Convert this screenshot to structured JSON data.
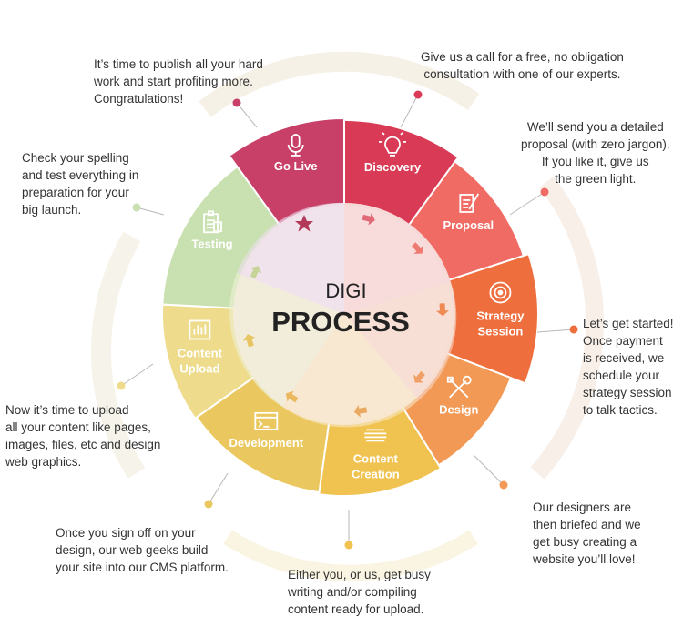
{
  "center": {
    "line1": "DIGI",
    "line2": "PROCESS"
  },
  "segments": [
    {
      "id": "go-live",
      "label": [
        "Go Live"
      ],
      "color": "#c83f68",
      "icon": "microphone-icon"
    },
    {
      "id": "discovery",
      "label": [
        "Discovery"
      ],
      "color": "#d93a55",
      "icon": "lightbulb-icon"
    },
    {
      "id": "proposal",
      "label": [
        "Proposal"
      ],
      "color": "#ef6b64",
      "icon": "document-pen-icon"
    },
    {
      "id": "strategy-session",
      "label": [
        "Strategy",
        "Session"
      ],
      "color": "#ef6e3e",
      "icon": "target-icon"
    },
    {
      "id": "design",
      "label": [
        "Design"
      ],
      "color": "#f29a55",
      "icon": "tools-icon"
    },
    {
      "id": "content-creation",
      "label": [
        "Content",
        "Creation"
      ],
      "color": "#f0c24f",
      "icon": "text-lines-icon"
    },
    {
      "id": "development",
      "label": [
        "Development"
      ],
      "color": "#ebc85f",
      "icon": "terminal-icon"
    },
    {
      "id": "content-upload",
      "label": [
        "Content",
        "Upload"
      ],
      "color": "#eedc8c",
      "icon": "upload-chart-icon"
    },
    {
      "id": "testing",
      "label": [
        "Testing"
      ],
      "color": "#c9e0b0",
      "icon": "clipboard-icon"
    }
  ],
  "notes": {
    "go_live": [
      "It’s time to publish all your hard",
      "work and start profiting more.",
      "Congratulations!"
    ],
    "discovery": [
      "Give us a call for a free, no obligation",
      "consultation with one of our experts."
    ],
    "proposal": [
      "We’ll send you a detailed",
      "proposal (with zero jargon).",
      "If you like it, give us",
      "the green light."
    ],
    "strategy": [
      "Let’s get started!",
      "Once payment",
      "is received, we",
      "schedule your",
      "strategy session",
      "to talk tactics."
    ],
    "design": [
      "Our designers are",
      "then briefed and we",
      "get busy creating a",
      "website you’ll love!"
    ],
    "content_creation": [
      "Either you, or us, get busy",
      "writing and/or compiling",
      "content ready for upload."
    ],
    "development": [
      "Once you sign off on your",
      "design, our web geeks build",
      "your site into our CMS platform."
    ],
    "content_upload": [
      "Now it’s time to upload",
      "all your content like pages,",
      "images, files, etc and design",
      "web graphics."
    ],
    "testing": [
      "Check your spelling",
      "and test everything in",
      "preparation for your",
      "big launch."
    ]
  }
}
